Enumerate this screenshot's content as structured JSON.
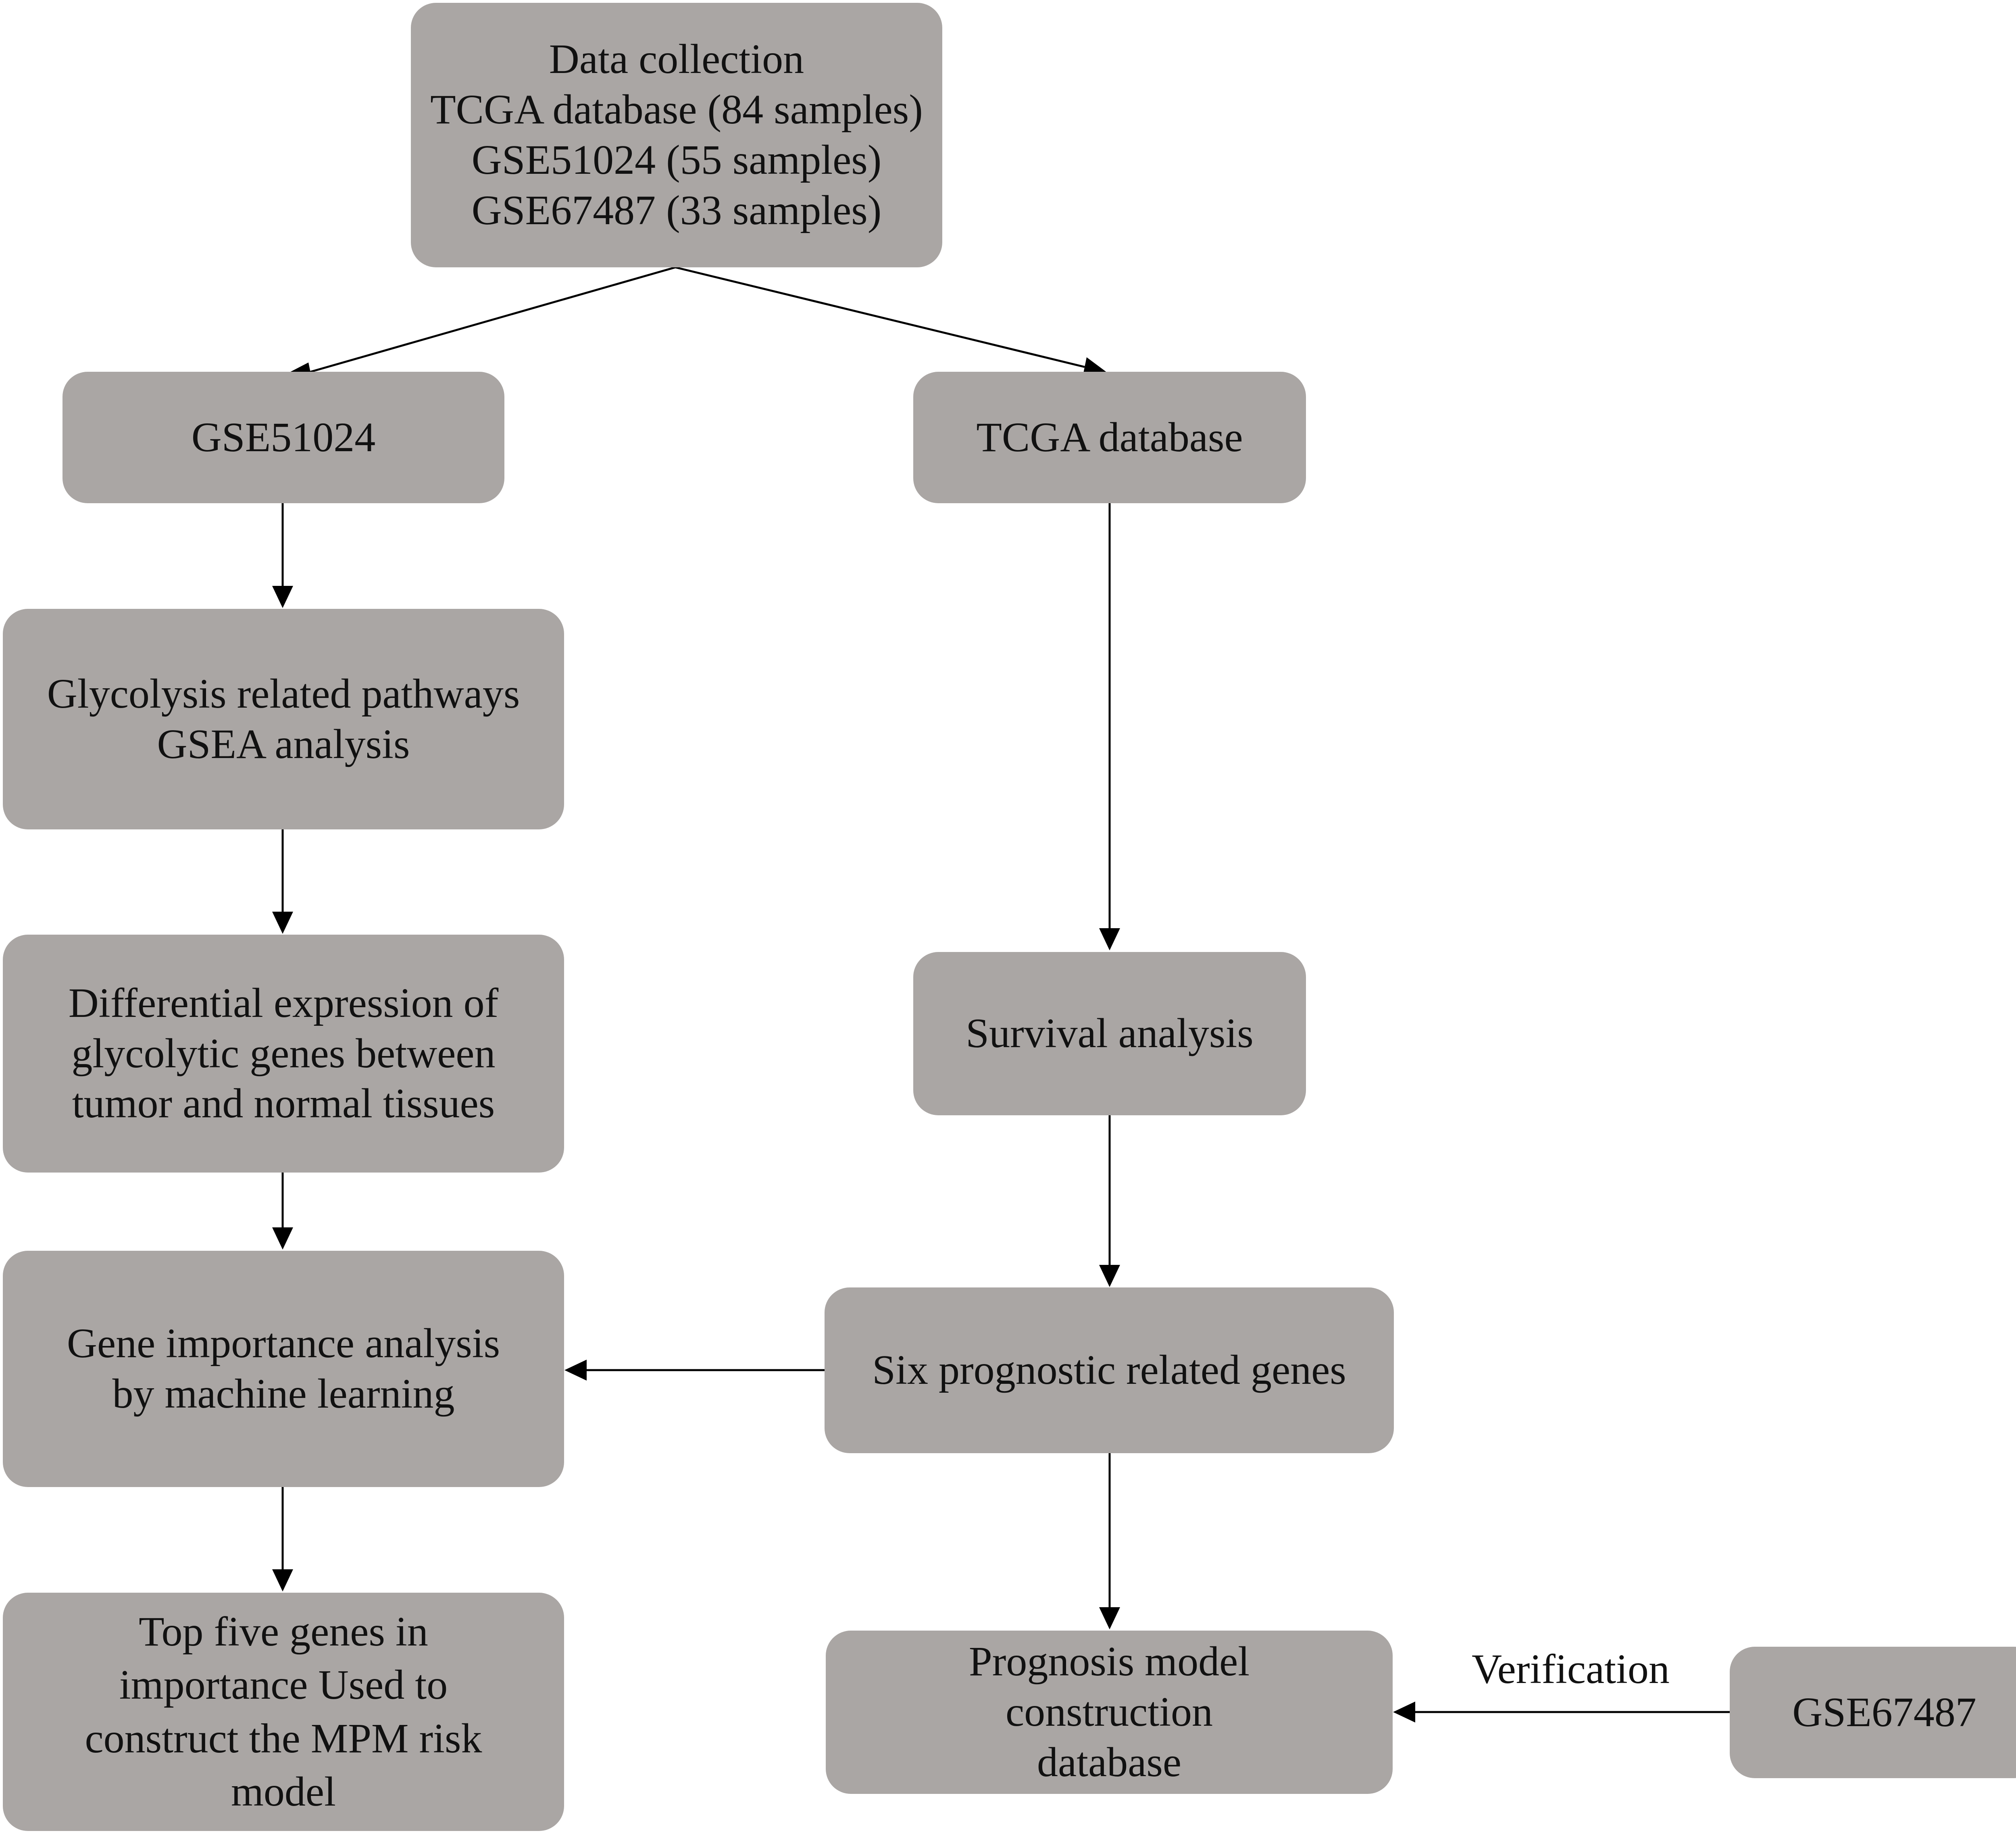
{
  "nodes": {
    "data_collection": [
      "Data collection",
      "TCGA database (84 samples)",
      "GSE51024 (55 samples)",
      "GSE67487 (33 samples)"
    ],
    "gse51024": [
      "GSE51024"
    ],
    "tcga": [
      "TCGA database"
    ],
    "glycolysis": [
      "Glycolysis related pathways",
      "GSEA analysis"
    ],
    "survival": [
      "Survival analysis"
    ],
    "differential": [
      "Differential expression of",
      "glycolytic genes between",
      "tumor and normal tissues"
    ],
    "six_genes": [
      "Six prognostic related genes"
    ],
    "gene_importance": [
      "Gene importance analysis",
      "by machine learning"
    ],
    "top_five": [
      "Top five genes in",
      "importance Used to",
      "construct the MPM risk",
      "model"
    ],
    "prognosis_model": [
      "Prognosis model",
      "construction",
      "database"
    ],
    "gse67487": [
      "GSE67487"
    ]
  },
  "edge_labels": {
    "verification": "Verification"
  },
  "colors": {
    "node_fill": "#aaa6a4",
    "line": "#000000",
    "text": "#111111"
  }
}
